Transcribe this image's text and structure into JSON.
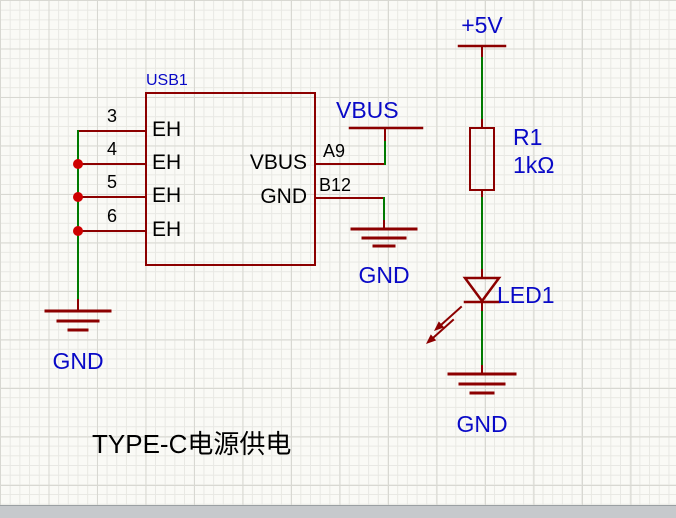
{
  "canvas": {
    "title": "TYPE-C电源供电",
    "colors": {
      "component": "#8C0000",
      "wire": "#007A00",
      "label": "#0909C7",
      "text": "#000000",
      "junction": "#CF0000"
    }
  },
  "usb1": {
    "refdes": "USB1",
    "left_pins": [
      {
        "number": "3",
        "name": "EH"
      },
      {
        "number": "4",
        "name": "EH"
      },
      {
        "number": "5",
        "name": "EH"
      },
      {
        "number": "6",
        "name": "EH"
      }
    ],
    "right_pins": [
      {
        "number": "A9",
        "name": "VBUS"
      },
      {
        "number": "B12",
        "name": "GND"
      }
    ]
  },
  "net_labels": {
    "vbus": "VBUS",
    "vcc": "+5V",
    "gnd_chip": "GND",
    "gnd_left": "GND",
    "gnd_led": "GND"
  },
  "r1": {
    "refdes": "R1",
    "value": "1kΩ"
  },
  "led1": {
    "refdes": "LED1"
  }
}
